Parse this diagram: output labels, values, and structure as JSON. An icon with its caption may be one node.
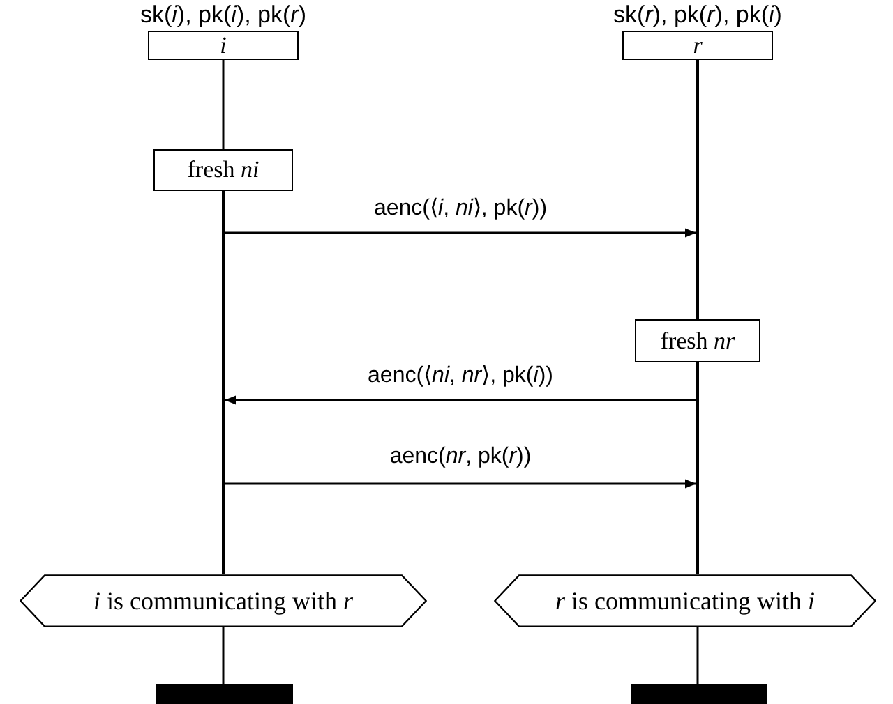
{
  "diagram": {
    "nodes": [
      {
        "text": [
          "*i*"
        ],
        "beside": [
          "sk(*i*), pk(*i*), pk(*r*)"
        ]
      },
      {
        "text": [
          "*r*"
        ],
        "beside": [
          "sk(*r*), pk(*r*), pk(*i*)"
        ]
      },
      {
        "text": [
          "fresh *ni*"
        ]
      },
      {
        "text": [
          "fresh *nr*"
        ]
      },
      {
        "text": [
          "*i* is communicating with *r*"
        ]
      },
      {
        "text": [
          "*r* is communicating with *i*"
        ]
      },
      {
        "text": [],
        "shape": "bar"
      },
      {
        "text": [],
        "shape": "bar"
      },
      {
        "text": [],
        "shape": "line"
      },
      {
        "text": [],
        "shape": "line"
      },
      {
        "text": [],
        "shape": "line"
      }
    ],
    "edges": [
      {
        "from": 0,
        "to": 2,
        "arrow": "none"
      },
      {
        "from": 4,
        "to": 6,
        "arrow": "none"
      },
      {
        "from": 5,
        "to": 7,
        "arrow": "none"
      },
      {
        "from": 8,
        "to": 9,
        "arrow": "to",
        "label": "aenc(⟨*i*, *ni*⟩, pk(*r*))"
      },
      {
        "from": 10,
        "to": 8,
        "arrow": "to",
        "label": "aenc(⟨*ni*, *nr*⟩, pk(*i*))"
      },
      {
        "from": 8,
        "to": 10,
        "arrow": "to",
        "label": "aenc(*nr*, pk(*r*))"
      }
    ]
  }
}
